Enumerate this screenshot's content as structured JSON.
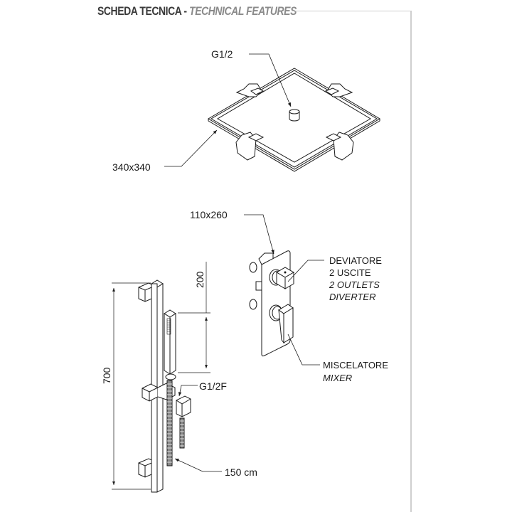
{
  "header": {
    "title": "SCHEDA TECNICA",
    "separator": " - ",
    "subtitle": "TECHNICAL FEATURES"
  },
  "colors": {
    "title": "#3a3a3a",
    "subtitle": "#8a8a8a",
    "frame": "#cfcfcf",
    "line": "#1a1a1a"
  },
  "overhead_shower": {
    "connection_label": "G1/2",
    "size_label": "340x340"
  },
  "mixer_plate": {
    "size_label": "110x260",
    "diverter": {
      "line1": "DEVIATORE",
      "line2": "2 USCITE",
      "line3": "2 OUTLETS",
      "line4": "DIVERTER"
    },
    "mixer": {
      "line1": "MISCELATORE",
      "line2": "MIXER"
    }
  },
  "slide_rail": {
    "height_label": "700",
    "hand_shower_label": "200",
    "outlet_label": "G1/2F",
    "hose_label": "150 cm"
  }
}
